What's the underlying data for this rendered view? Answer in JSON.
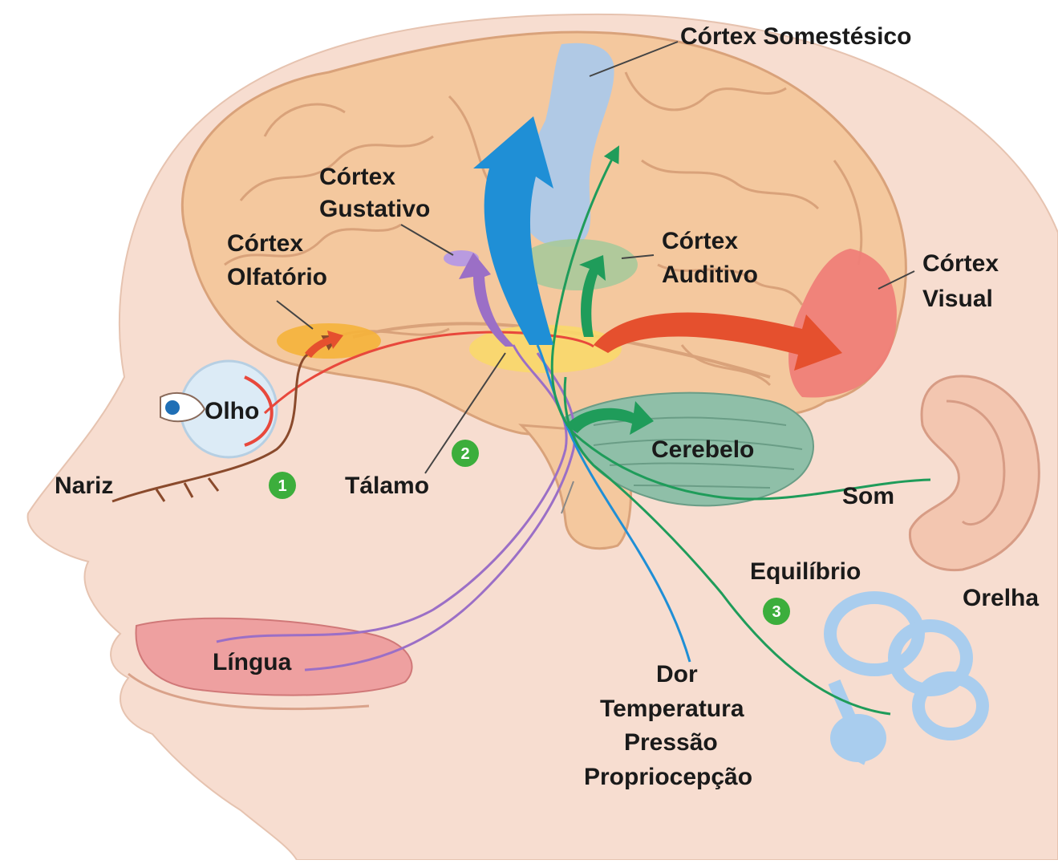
{
  "labels": {
    "somestesico": "Córtex Somestésico",
    "gustativo_1": "Córtex",
    "gustativo_2": "Gustativo",
    "olfatorio_1": "Córtex",
    "olfatorio_2": "Olfatório",
    "auditivo_1": "Córtex",
    "auditivo_2": "Auditivo",
    "visual_1": "Córtex",
    "visual_2": "Visual",
    "olho": "Olho",
    "nariz": "Nariz",
    "talamo": "Tálamo",
    "cerebelo": "Cerebelo",
    "som": "Som",
    "equilibrio": "Equilíbrio",
    "orelha": "Orelha",
    "lingua": "Língua",
    "dor": "Dor",
    "temperatura": "Temperatura",
    "pressao": "Pressão",
    "propriocepcao": "Propriocepção"
  },
  "steps": [
    "1",
    "2",
    "3"
  ],
  "colors": {
    "skin": "#f7ddd0",
    "brain": "#f4c89e",
    "brain_fold": "#d9a27a",
    "somatosensory": "#a9c9ec",
    "auditory": "#a8c99a",
    "visual": "#ef7f78",
    "olfactory": "#f5b23a",
    "thalamus": "#f9d86a",
    "cerebellum": "#8fbfa8",
    "tongue": "#eea0a0",
    "ear": "#f3c6b0",
    "labyrinth": "#a9cdee",
    "arrow_blue": "#1f8fd6",
    "arrow_purple": "#9b6fc6",
    "arrow_green": "#1f9c5a",
    "arrow_red": "#e5502e",
    "line_red": "#e8483c",
    "line_brown": "#8a4a2c",
    "badge": "#3cae3c"
  }
}
